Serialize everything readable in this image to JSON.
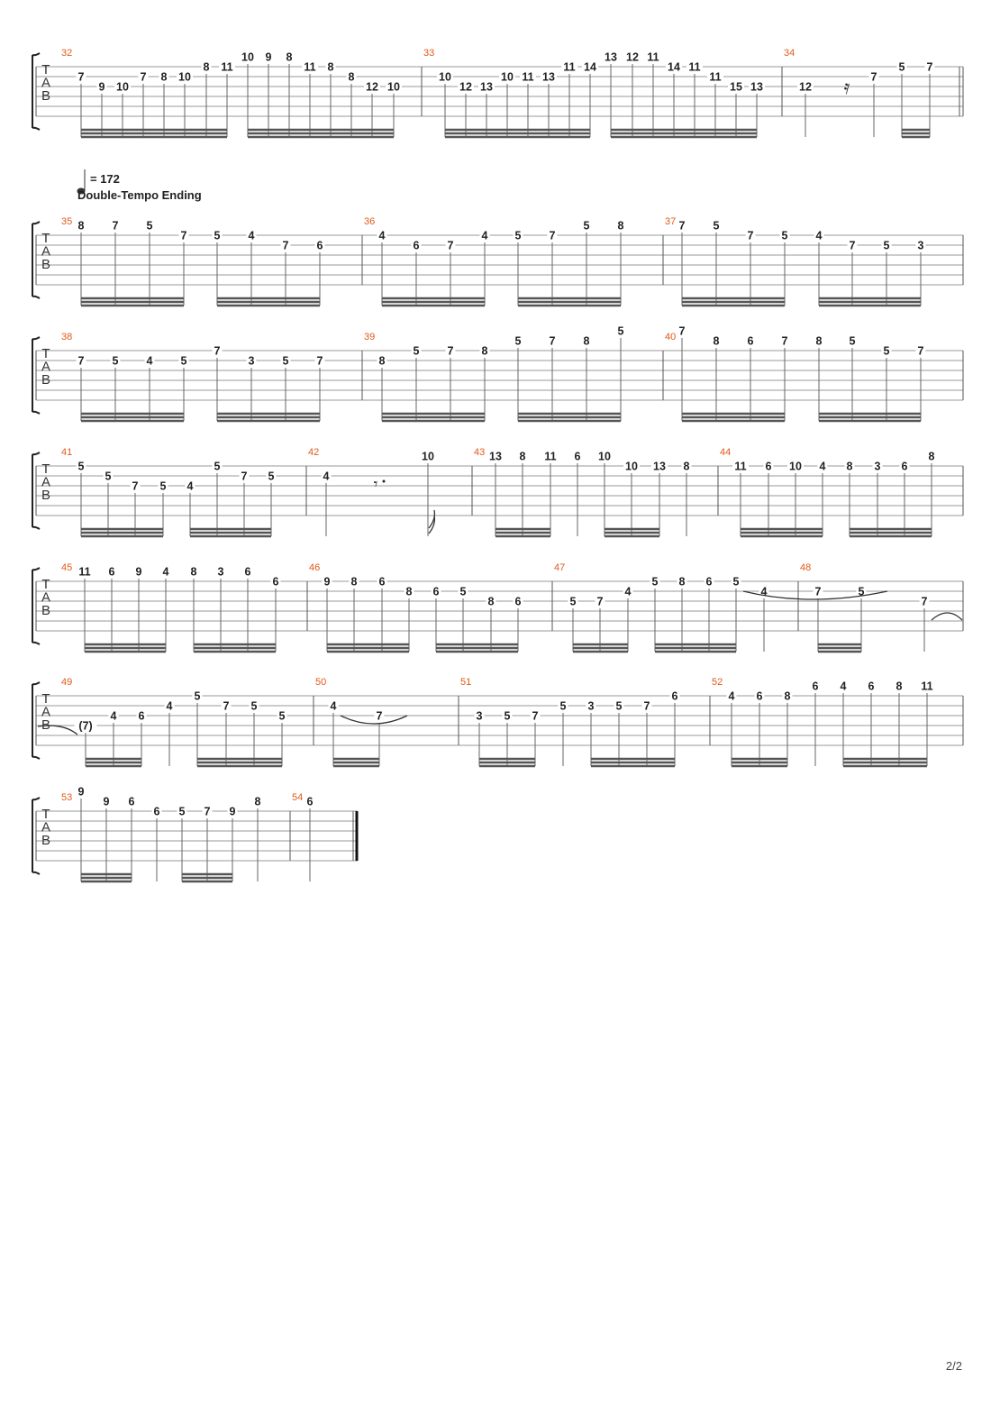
{
  "page_number": "2/2",
  "tempo": {
    "marking": "= 172",
    "section": "Double-Tempo Ending"
  },
  "tab_clef": [
    "T",
    "A",
    "B"
  ],
  "systems": [
    {
      "measures": [
        {
          "num": "32",
          "notes": [
            [
              1,
              "7"
            ],
            [
              2,
              "9"
            ],
            [
              2,
              "10"
            ],
            [
              1,
              "7"
            ],
            [
              1,
              "8"
            ],
            [
              1,
              "10"
            ],
            [
              0,
              "8"
            ],
            [
              0,
              "11"
            ],
            [
              -1,
              "10"
            ],
            [
              -1,
              "9"
            ],
            [
              -1,
              "8"
            ],
            [
              0,
              "11"
            ],
            [
              0,
              "8"
            ],
            [
              1,
              "8"
            ],
            [
              2,
              "12"
            ],
            [
              2,
              "10"
            ]
          ],
          "beams": [
            [
              0,
              8
            ],
            [
              8,
              16
            ]
          ]
        },
        {
          "num": "33",
          "notes": [
            [
              1,
              "10"
            ],
            [
              2,
              "12"
            ],
            [
              2,
              "13"
            ],
            [
              1,
              "10"
            ],
            [
              1,
              "11"
            ],
            [
              1,
              "13"
            ],
            [
              0,
              "11"
            ],
            [
              0,
              "14"
            ],
            [
              -1,
              "13"
            ],
            [
              -1,
              "12"
            ],
            [
              -1,
              "11"
            ],
            [
              0,
              "14"
            ],
            [
              0,
              "11"
            ],
            [
              1,
              "11"
            ],
            [
              2,
              "15"
            ],
            [
              2,
              "13"
            ]
          ],
          "beams": [
            [
              0,
              8
            ],
            [
              8,
              16
            ]
          ]
        },
        {
          "num": "34",
          "notes": [
            [
              2,
              "12"
            ],
            [
              1,
              "7"
            ],
            [
              0,
              "5"
            ],
            [
              0,
              "7"
            ]
          ],
          "beams": [
            [
              2,
              4
            ]
          ]
        }
      ]
    },
    {
      "measures": [
        {
          "num": "35",
          "notes": [
            [
              -1,
              "8"
            ],
            [
              -1,
              "7"
            ],
            [
              -1,
              "5"
            ],
            [
              0,
              "7"
            ],
            [
              0,
              "5"
            ],
            [
              0,
              "4"
            ],
            [
              1,
              "7"
            ],
            [
              1,
              "6"
            ]
          ],
          "beams": [
            [
              0,
              4
            ],
            [
              4,
              8
            ]
          ]
        },
        {
          "num": "36",
          "notes": [
            [
              0,
              "4"
            ],
            [
              1,
              "6"
            ],
            [
              1,
              "7"
            ],
            [
              0,
              "4"
            ],
            [
              0,
              "5"
            ],
            [
              0,
              "7"
            ],
            [
              -1,
              "5"
            ],
            [
              -1,
              "8"
            ]
          ],
          "beams": [
            [
              0,
              4
            ],
            [
              4,
              8
            ]
          ]
        },
        {
          "num": "37",
          "notes": [
            [
              -1,
              "7"
            ],
            [
              -1,
              "5"
            ],
            [
              0,
              "7"
            ],
            [
              0,
              "5"
            ],
            [
              0,
              "4"
            ],
            [
              1,
              "7"
            ],
            [
              1,
              "5"
            ],
            [
              1,
              "3"
            ]
          ],
          "beams": [
            [
              0,
              4
            ],
            [
              4,
              8
            ]
          ]
        }
      ]
    },
    {
      "measures": [
        {
          "num": "38",
          "notes": [
            [
              1,
              "7"
            ],
            [
              1,
              "5"
            ],
            [
              1,
              "4"
            ],
            [
              1,
              "5"
            ],
            [
              0,
              "7"
            ],
            [
              1,
              "3"
            ],
            [
              1,
              "5"
            ],
            [
              1,
              "7"
            ]
          ],
          "beams": [
            [
              0,
              4
            ],
            [
              4,
              8
            ]
          ]
        },
        {
          "num": "39",
          "notes": [
            [
              1,
              "8"
            ],
            [
              0,
              "5"
            ],
            [
              0,
              "7"
            ],
            [
              0,
              "8"
            ],
            [
              -1,
              "5"
            ],
            [
              -1,
              "7"
            ],
            [
              -1,
              "8"
            ],
            [
              -2,
              "5"
            ]
          ],
          "beams": [
            [
              0,
              4
            ],
            [
              4,
              8
            ]
          ]
        },
        {
          "num": "40",
          "notes": [
            [
              -2,
              "7"
            ],
            [
              -1,
              "8"
            ],
            [
              -1,
              "6"
            ],
            [
              -1,
              "7"
            ],
            [
              -1,
              "8"
            ],
            [
              -1,
              "5"
            ],
            [
              0,
              "5"
            ],
            [
              0,
              "7"
            ]
          ],
          "beams": [
            [
              0,
              4
            ],
            [
              4,
              8
            ]
          ]
        }
      ]
    },
    {
      "measures": [
        {
          "num": "41",
          "notes": [
            [
              0,
              "5"
            ],
            [
              1,
              "5"
            ],
            [
              2,
              "7"
            ],
            [
              2,
              "5"
            ],
            [
              2,
              "4"
            ],
            [
              0,
              "5"
            ],
            [
              1,
              "7"
            ],
            [
              1,
              "5"
            ]
          ],
          "beams": [
            [
              0,
              4
            ],
            [
              4,
              8
            ]
          ]
        },
        {
          "num": "42",
          "notes": [
            [
              1,
              "4"
            ],
            [
              -1,
              "10"
            ]
          ],
          "beams": []
        },
        {
          "num": "43",
          "notes": [
            [
              -1,
              "13"
            ],
            [
              -1,
              "8"
            ],
            [
              -1,
              "11"
            ],
            [
              -1,
              "6"
            ],
            [
              -1,
              "10"
            ],
            [
              0,
              "10"
            ],
            [
              0,
              "13"
            ],
            [
              0,
              "8"
            ]
          ],
          "beams": [
            [
              0,
              3
            ],
            [
              4,
              7
            ]
          ]
        },
        {
          "num": "44",
          "notes": [
            [
              0,
              "11"
            ],
            [
              0,
              "6"
            ],
            [
              0,
              "10"
            ],
            [
              0,
              "4"
            ],
            [
              0,
              "8"
            ],
            [
              0,
              "3"
            ],
            [
              0,
              "6"
            ],
            [
              -1,
              "8"
            ]
          ],
          "beams": [
            [
              0,
              4
            ],
            [
              4,
              8
            ]
          ]
        }
      ]
    },
    {
      "measures": [
        {
          "num": "45",
          "notes": [
            [
              -1,
              "11"
            ],
            [
              -1,
              "6"
            ],
            [
              -1,
              "9"
            ],
            [
              -1,
              "4"
            ],
            [
              -1,
              "8"
            ],
            [
              -1,
              "3"
            ],
            [
              -1,
              "6"
            ],
            [
              0,
              "6"
            ]
          ],
          "beams": [
            [
              0,
              4
            ],
            [
              4,
              8
            ]
          ]
        },
        {
          "num": "46",
          "notes": [
            [
              0,
              "9"
            ],
            [
              0,
              "8"
            ],
            [
              0,
              "6"
            ],
            [
              1,
              "8"
            ],
            [
              1,
              "6"
            ],
            [
              1,
              "5"
            ],
            [
              2,
              "8"
            ],
            [
              2,
              "6"
            ]
          ],
          "beams": [
            [
              0,
              4
            ],
            [
              4,
              8
            ]
          ]
        },
        {
          "num": "47",
          "notes": [
            [
              2,
              "5"
            ],
            [
              2,
              "7"
            ],
            [
              1,
              "4"
            ],
            [
              0,
              "5"
            ],
            [
              0,
              "8"
            ],
            [
              0,
              "6"
            ],
            [
              0,
              "5"
            ],
            [
              1,
              "4"
            ]
          ],
          "beams": [
            [
              0,
              3
            ],
            [
              3,
              7
            ]
          ]
        },
        {
          "num": "48",
          "notes": [
            [
              1,
              "7"
            ],
            [
              1,
              "5"
            ],
            [
              2,
              "7"
            ]
          ],
          "beams": [
            [
              0,
              2
            ]
          ]
        }
      ]
    },
    {
      "measures": [
        {
          "num": "49",
          "notes": [
            [
              3,
              "(7)"
            ],
            [
              2,
              "4"
            ],
            [
              2,
              "6"
            ],
            [
              1,
              "4"
            ],
            [
              0,
              "5"
            ],
            [
              1,
              "7"
            ],
            [
              1,
              "5"
            ],
            [
              2,
              "5"
            ]
          ],
          "beams": [
            [
              0,
              3
            ],
            [
              4,
              8
            ]
          ]
        },
        {
          "num": "50",
          "notes": [
            [
              1,
              "4"
            ],
            [
              2,
              "7"
            ]
          ],
          "beams": [
            [
              0,
              2
            ]
          ]
        },
        {
          "num": "51",
          "notes": [
            [
              2,
              "3"
            ],
            [
              2,
              "5"
            ],
            [
              2,
              "7"
            ],
            [
              1,
              "5"
            ],
            [
              1,
              "3"
            ],
            [
              1,
              "5"
            ],
            [
              1,
              "7"
            ],
            [
              0,
              "6"
            ]
          ],
          "beams": [
            [
              0,
              3
            ],
            [
              4,
              8
            ]
          ]
        },
        {
          "num": "52",
          "notes": [
            [
              0,
              "4"
            ],
            [
              0,
              "6"
            ],
            [
              0,
              "8"
            ],
            [
              -1,
              "6"
            ],
            [
              -1,
              "4"
            ],
            [
              -1,
              "6"
            ],
            [
              -1,
              "8"
            ],
            [
              -1,
              "11"
            ]
          ],
          "beams": [
            [
              0,
              3
            ],
            [
              4,
              8
            ]
          ]
        }
      ]
    },
    {
      "measures": [
        {
          "num": "53",
          "notes": [
            [
              -2,
              "9"
            ],
            [
              -1,
              "9"
            ],
            [
              -1,
              "6"
            ],
            [
              0,
              "6"
            ],
            [
              0,
              "5"
            ],
            [
              0,
              "7"
            ],
            [
              0,
              "9"
            ],
            [
              -1,
              "8"
            ]
          ],
          "beams": [
            [
              0,
              3
            ],
            [
              4,
              7
            ]
          ]
        },
        {
          "num": "54",
          "notes": [
            [
              -1,
              "6"
            ]
          ],
          "beams": []
        }
      ]
    }
  ]
}
